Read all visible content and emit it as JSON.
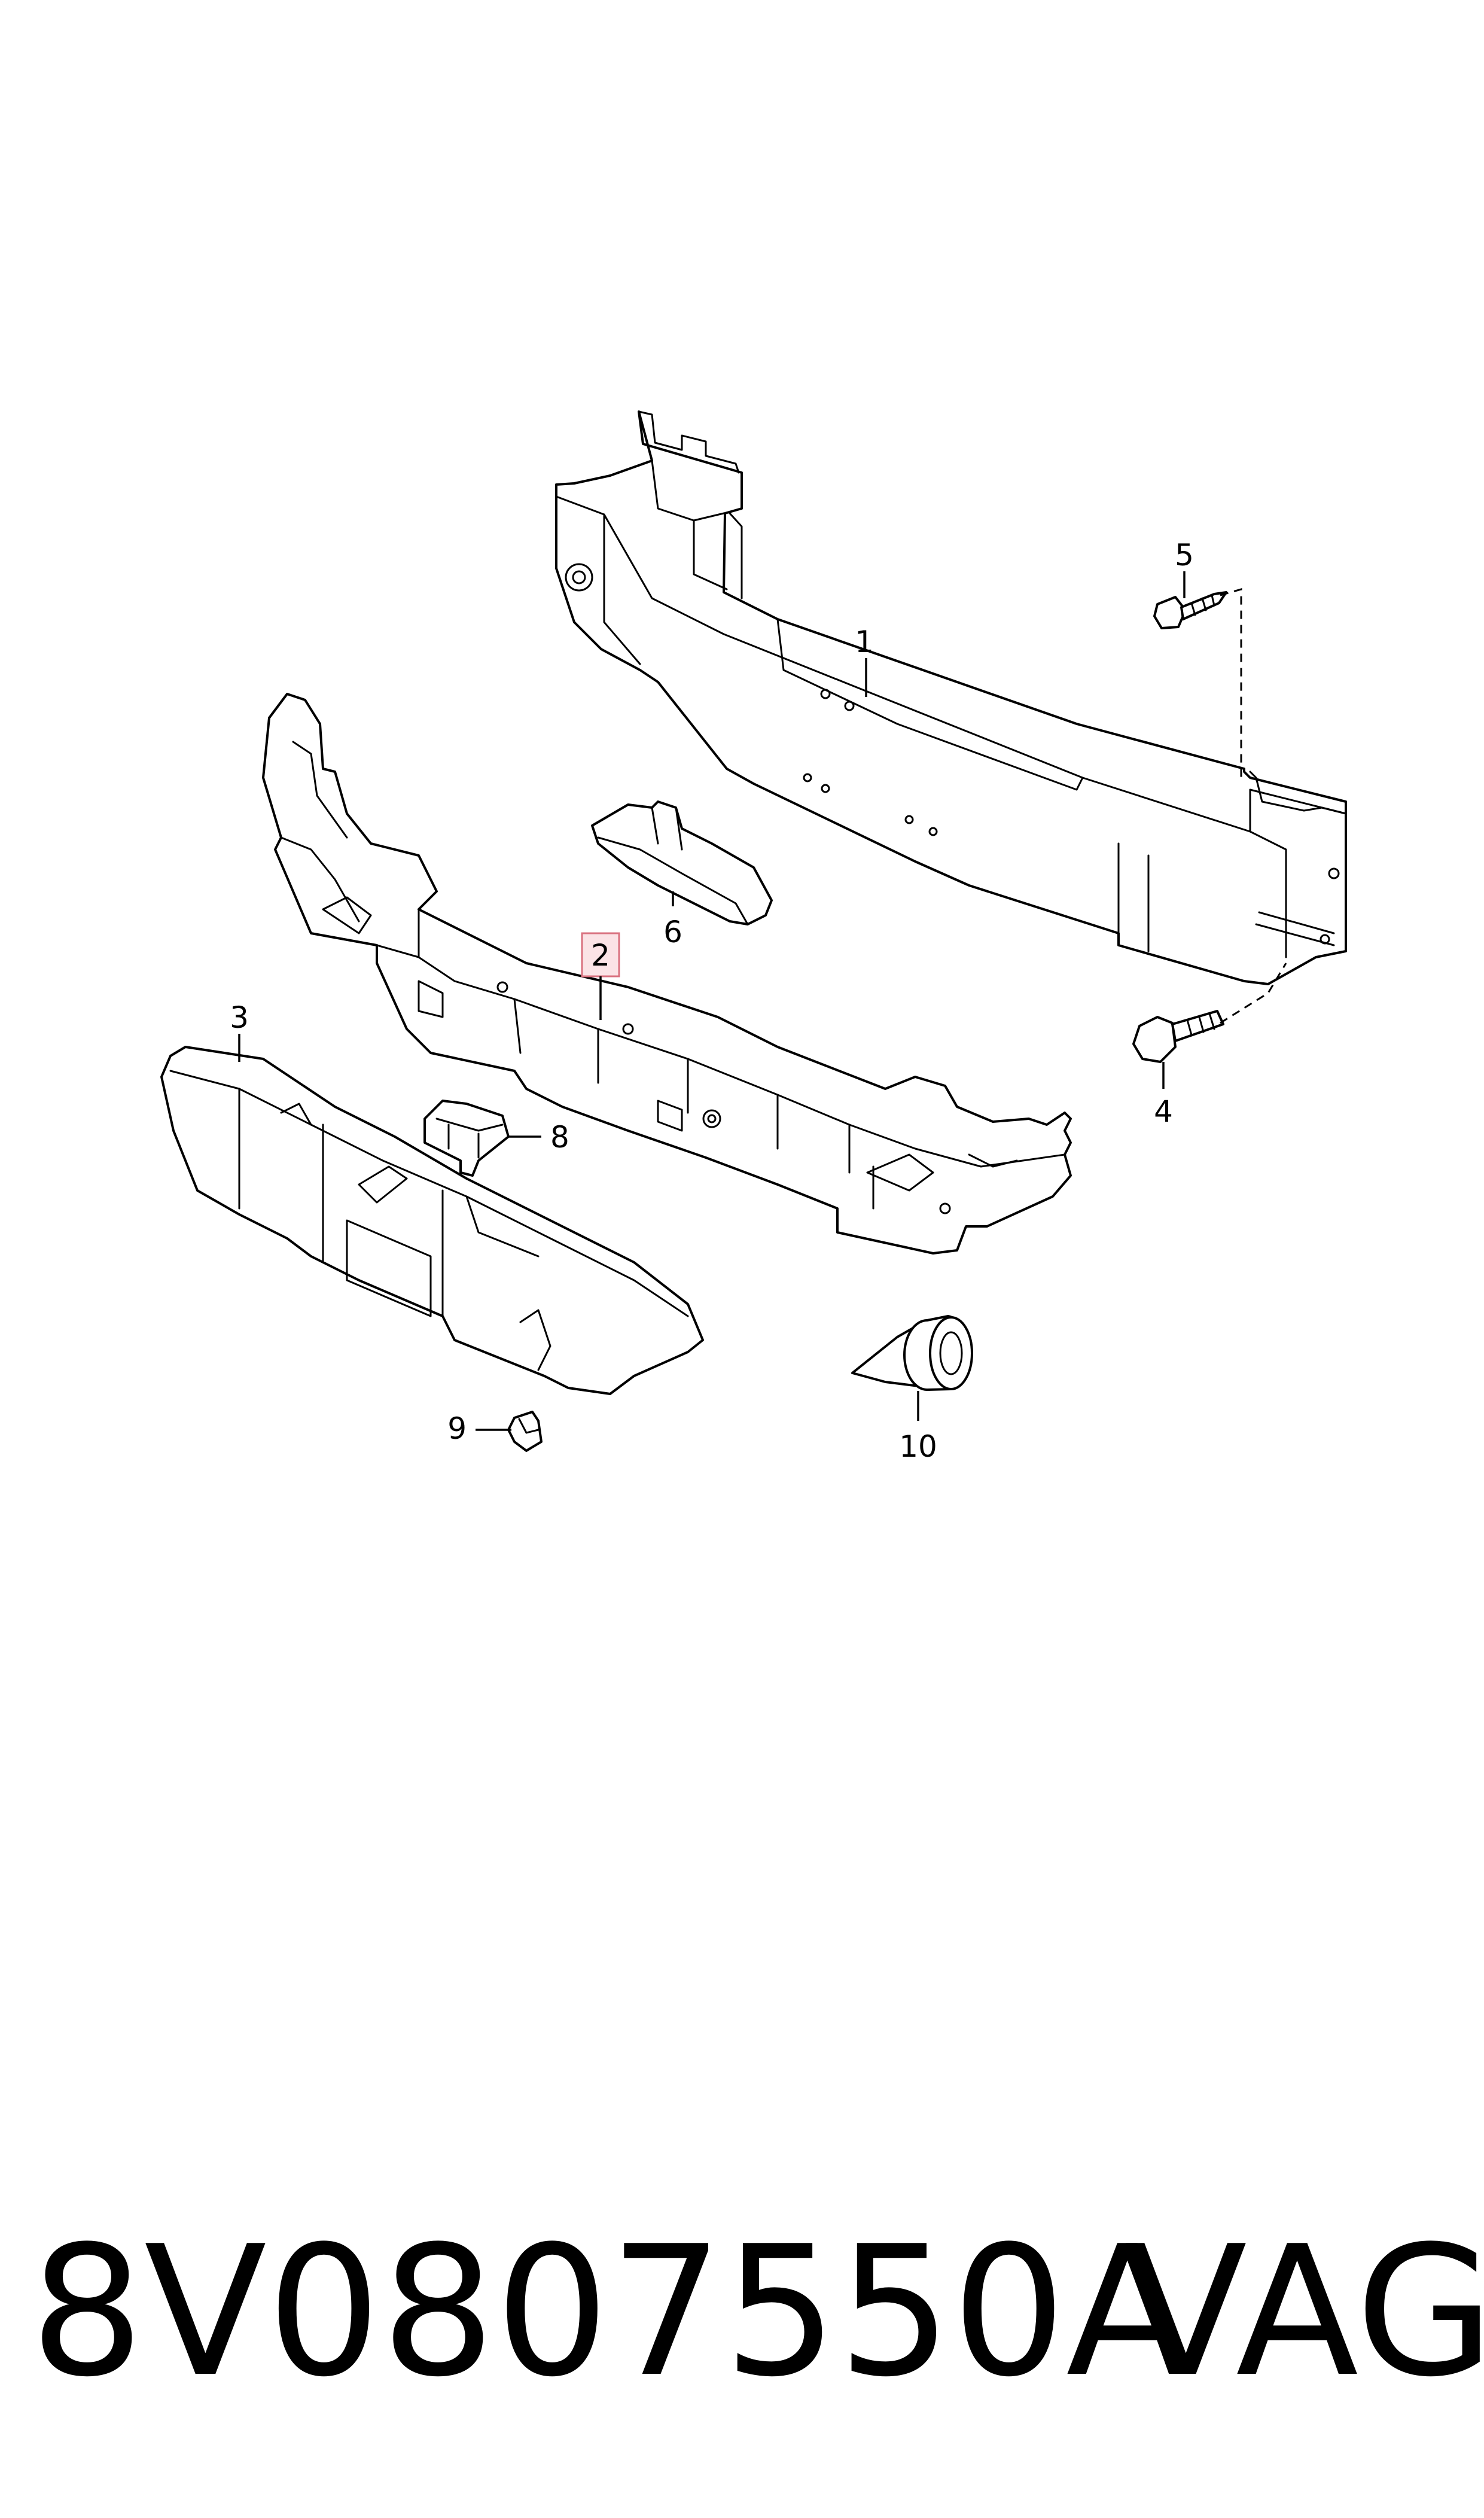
{
  "diagram": {
    "callouts": [
      {
        "id": "1",
        "label": "1",
        "highlighted": false
      },
      {
        "id": "2",
        "label": "2",
        "highlighted": true
      },
      {
        "id": "3",
        "label": "3",
        "highlighted": false
      },
      {
        "id": "4",
        "label": "4",
        "highlighted": false
      },
      {
        "id": "5",
        "label": "5",
        "highlighted": false
      },
      {
        "id": "6",
        "label": "6",
        "highlighted": false
      },
      {
        "id": "8",
        "label": "8",
        "highlighted": false
      },
      {
        "id": "9",
        "label": "9",
        "highlighted": false
      },
      {
        "id": "10",
        "label": "10",
        "highlighted": false
      }
    ],
    "highlight_color": "#fbe3e6",
    "highlight_border_color": "#d9717f"
  },
  "caption": {
    "part_number": "8V0807550A",
    "brand": "VAG"
  }
}
